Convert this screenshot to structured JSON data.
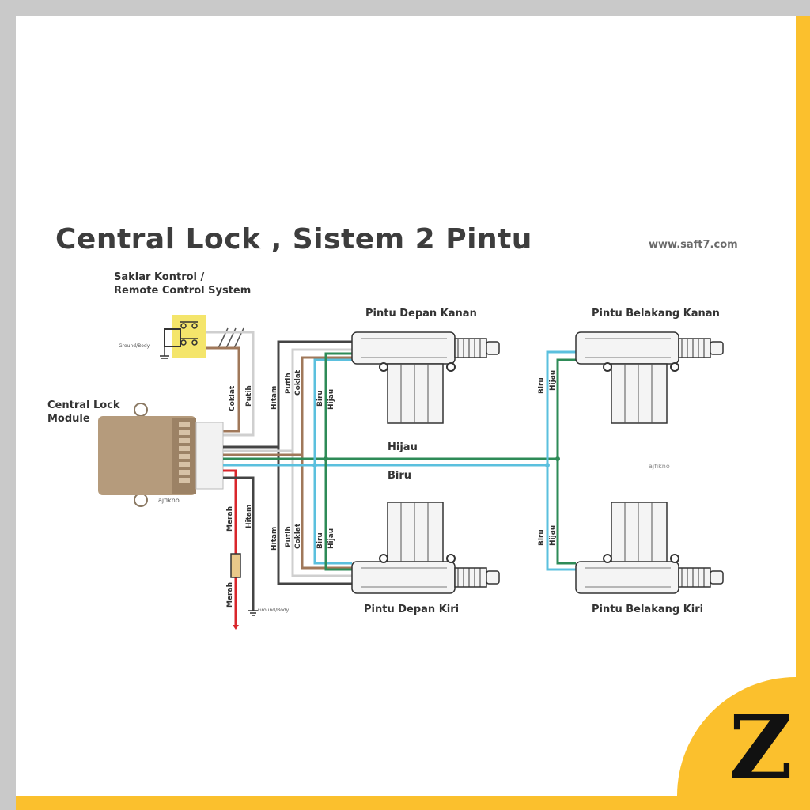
{
  "title": "Central Lock , Sistem 2 Pintu",
  "website": "www.saft7.com",
  "switch_label_line1": "Saklar Kontrol /",
  "switch_label_line2": "Remote Control System",
  "module_label_line1": "Central Lock",
  "module_label_line2": "Module",
  "doors": {
    "front_right": "Pintu Depan Kanan",
    "rear_right": "Pintu Belakang Kanan",
    "front_left": "Pintu Depan Kiri",
    "rear_left": "Pintu Belakang Kiri"
  },
  "wires": {
    "green": "Hijau",
    "blue": "Biru",
    "black": "Hitam",
    "white": "Putih",
    "brown": "Coklat",
    "red": "Merah"
  },
  "ground_label": "Ground/Body",
  "watermark": "ajfikno",
  "badge_letter": "Z",
  "colors": {
    "green_wire": "#2e8b57",
    "blue_wire": "#5bc0de",
    "brown_wire": "#a0785a",
    "black_wire": "#444444",
    "red_wire": "#d9262b",
    "module": "#b59b7c",
    "switch": "#f4e56b",
    "accent": "#fbc02d"
  }
}
